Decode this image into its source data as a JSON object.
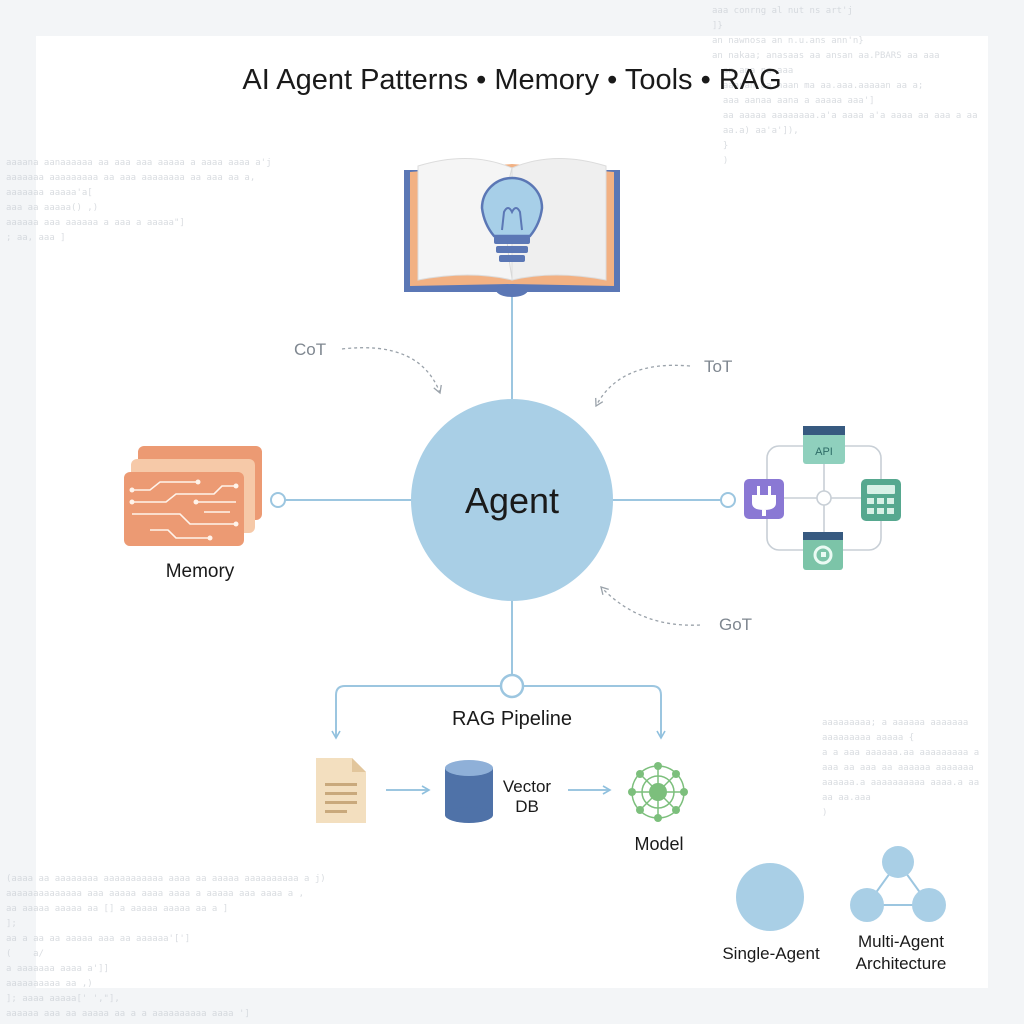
{
  "title": "AI Agent Patterns • Memory • Tools • RAG",
  "center": {
    "label": "Agent"
  },
  "thought_patterns": {
    "cot": "CoT",
    "tot": "ToT",
    "got": "GoT"
  },
  "memory": {
    "label": "Memory"
  },
  "tools": {
    "api_label": "API"
  },
  "rag": {
    "label": "RAG Pipeline",
    "vector_db_line1": "Vector",
    "vector_db_line2": "DB",
    "model": "Model"
  },
  "architecture": {
    "single": "Single-Agent",
    "multi_line1": "Multi-Agent",
    "multi_line2": "Architecture"
  },
  "colors": {
    "agent_fill": "#a9cfe6",
    "line": "#9cc6e0",
    "memory": "#ec9a73",
    "book_cover": "#5b77b5",
    "tool_purple": "#8a78d4",
    "tool_teal": "#56a88f",
    "vector_db": "#4f72a8",
    "model": "#7cbf7c"
  },
  "background_code": {
    "top_right": "aaa conrng al nut ns art'j\n]}\nan nawnosa an n.u.ans ann'n}\nan nakaa; anasaas aa ansan aa.PBARS aa aaa\n  an ana na aaa\n  aaanan aa naan ma aa.aaa.aaaaan aa a;\n  aaa aanaa aana a aaaaa aaa']\n  aa aaaaa aaaaaaaa.a'a aaaa a'a aaaa aa aaa a aa\n  aa.a) aa'a']),\n  }\n  )",
    "top_left": "aaaana aanaaaaaa aa aaa aaa aaaaa a aaaa aaaa a'j\naaaaaaa aaaaaaaaa aa aaa aaaaaaaa aa aaa aa a,\naaaaaaa aaaaa'a[\naaa aa aaaaa() ,)\naaaaaa aaa aaaaaa a aaa a aaaaa\"]\n; aa, aaa ]",
    "right": "aaaaaaaaa; a aaaaaa aaaaaaa\naaaaaaaaa aaaaa {\na a aaa aaaaaa.aa aaaaaaaaa a\naaa aa aaa aa aaaaaa aaaaaaa\naaaaaa.a aaaaaaaaaa aaaa.a aa\naa aa.aaa\n)",
    "bottom_left": "(aaaa aa aaaaaaaa aaaaaaaaaaa aaaa aa aaaaa aaaaaaaaaa a j)\naaaaaaaaaaaaaa aaa aaaaa aaaa aaaa a aaaaa aaa aaaa a ,\naa aaaaa aaaaa aa [] a aaaaa aaaaa aa a ]\n];\naa a aa aa aaaaa aaa aa aaaaaa'[']\n(    a/\na aaaaaaa aaaa a']]\naaaaaaaaaa aa ,)\n]; aaaa aaaaa[' ',\"],\naaaaaa aaa aa aaaaa aa a a aaaaaaaaaa aaaa ']"
  }
}
